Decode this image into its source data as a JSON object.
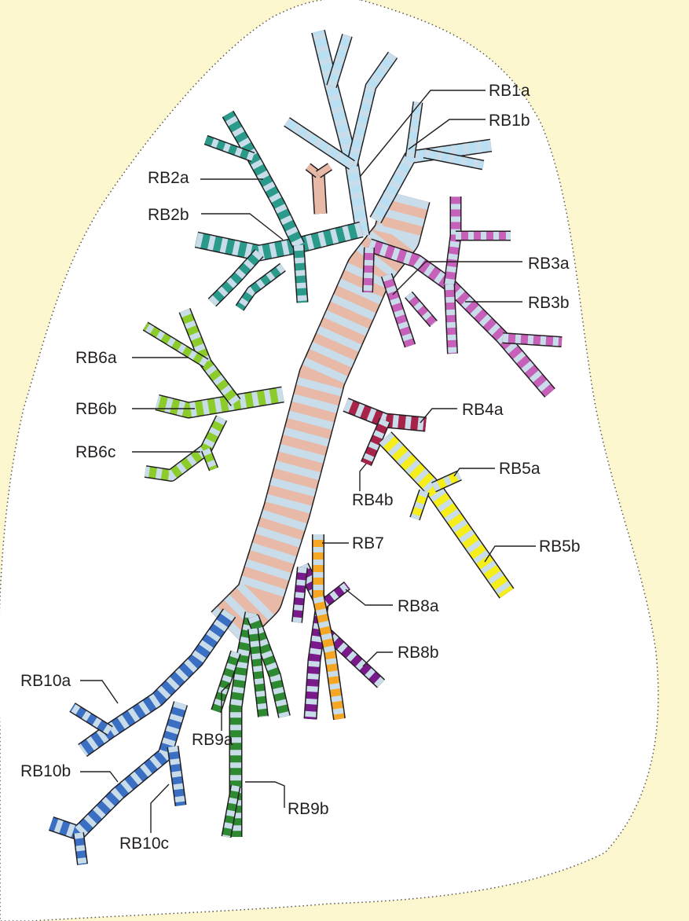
{
  "colors": {
    "background": "#fdf7cf",
    "lung": "#ffffff",
    "main_bronchus": "#e8b9a6",
    "cartilage_ring": "#c8dcea",
    "RB1": "#b9e0f2",
    "RB2": "#2a9a8a",
    "RB3": "#c660b8",
    "RB4": "#a8234a",
    "RB5": "#f5ee1a",
    "RB6": "#8ccc2a",
    "RB7": "#f5a623",
    "RB8": "#7a1a8a",
    "RB9": "#2e8a30",
    "RB10": "#3a6fc4"
  },
  "labels": {
    "RB1a": "RB1a",
    "RB1b": "RB1b",
    "RB2a": "RB2a",
    "RB2b": "RB2b",
    "RB3a": "RB3a",
    "RB3b": "RB3b",
    "RB4a": "RB4a",
    "RB4b": "RB4b",
    "RB5a": "RB5a",
    "RB5b": "RB5b",
    "RB6a": "RB6a",
    "RB6b": "RB6b",
    "RB6c": "RB6c",
    "RB7": "RB7",
    "RB8a": "RB8a",
    "RB8b": "RB8b",
    "RB9a": "RB9a",
    "RB9b": "RB9b",
    "RB10a": "RB10a",
    "RB10b": "RB10b",
    "RB10c": "RB10c"
  }
}
